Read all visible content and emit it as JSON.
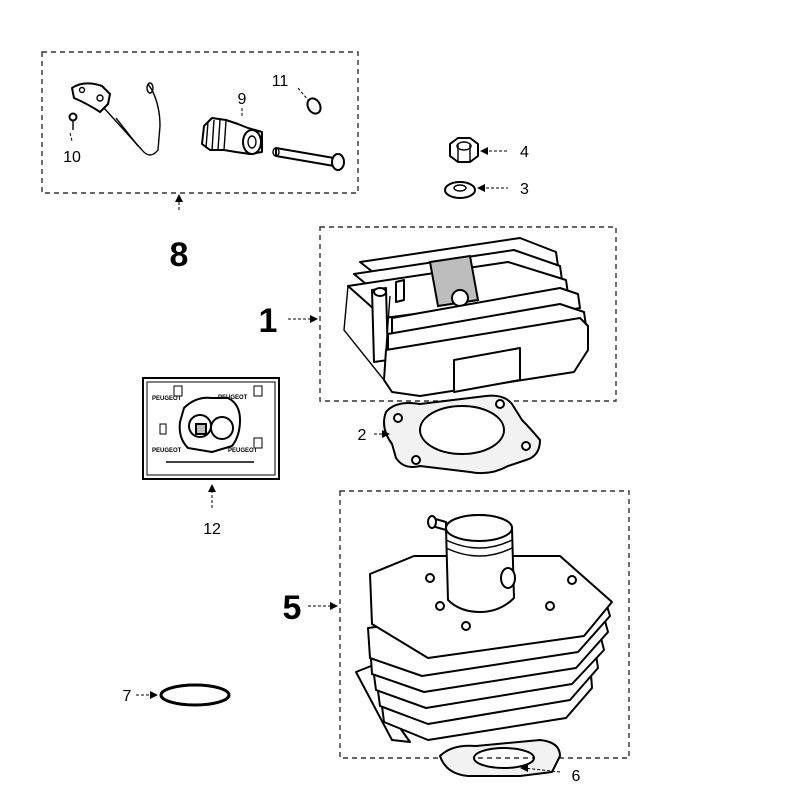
{
  "callouts": {
    "c1": "1",
    "c2": "2",
    "c3": "3",
    "c4": "4",
    "c5": "5",
    "c6": "6",
    "c7": "7",
    "c8": "8",
    "c9": "9",
    "c10": "10",
    "c11": "11",
    "c12": "12"
  },
  "gasket_kit_brand": "PEUGEOT"
}
